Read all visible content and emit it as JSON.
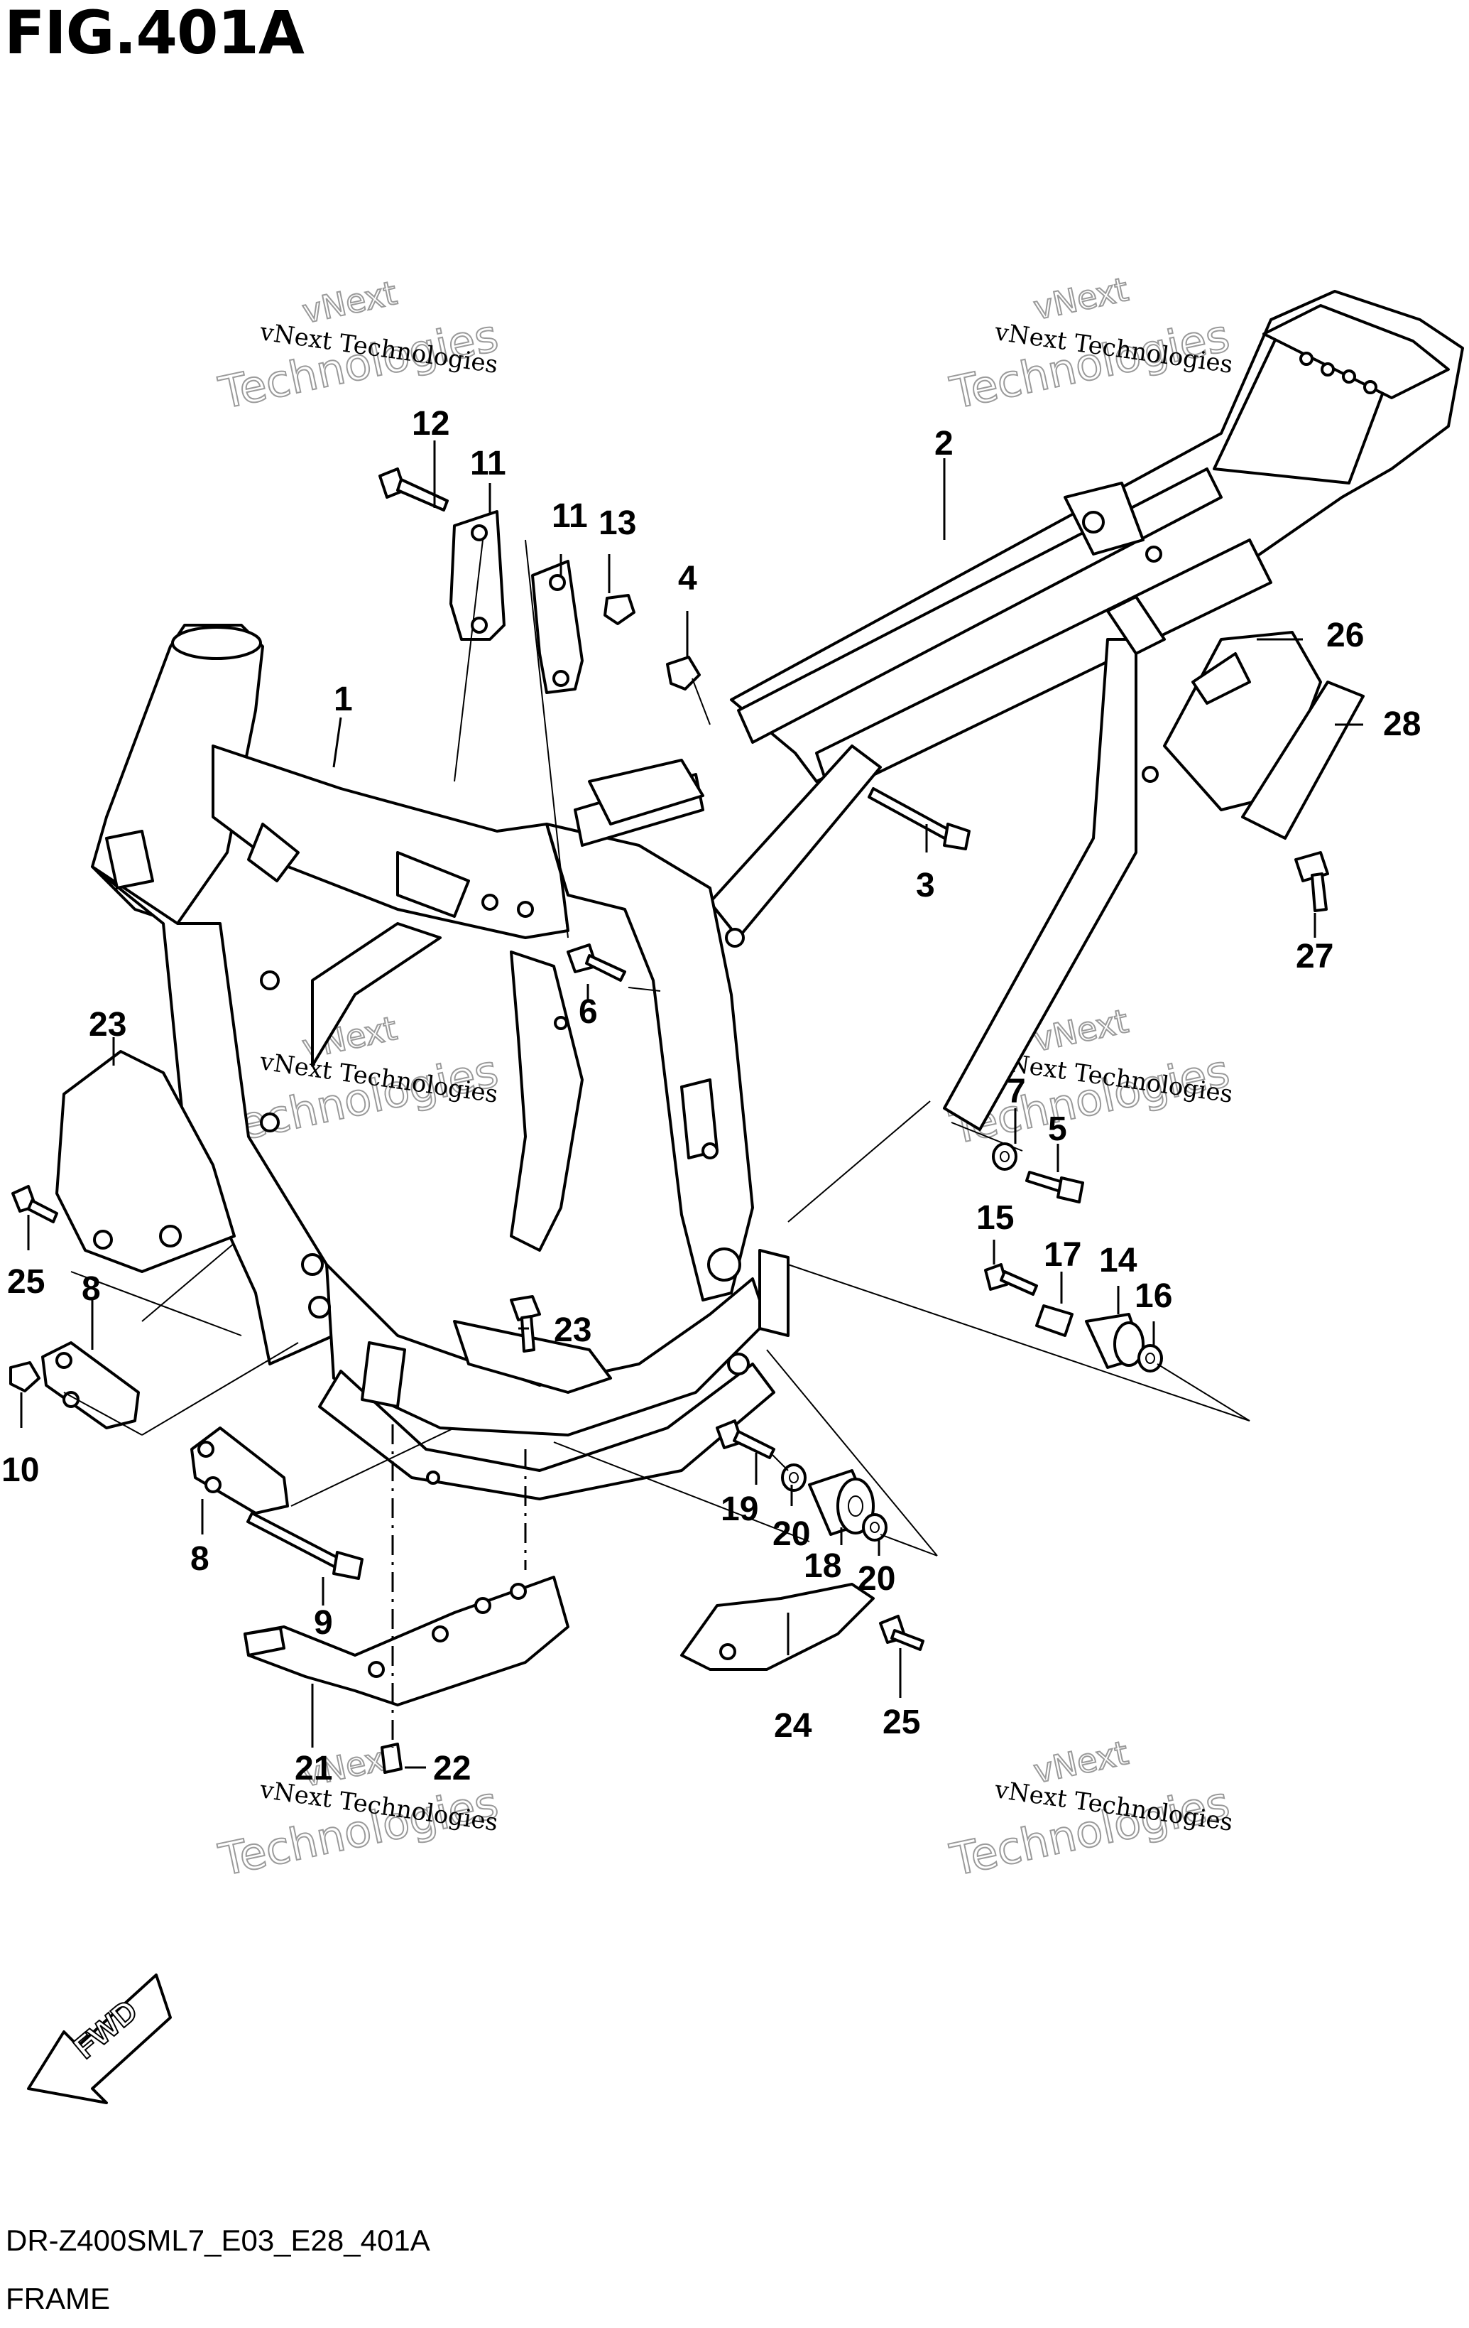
{
  "figure": {
    "title": "FIG.401A",
    "model_code": "DR-Z400SML7_E03_E28_401A",
    "caption": "FRAME"
  },
  "watermark": {
    "line": "vNext Technologies",
    "big": "Technologies",
    "small": "vNext"
  },
  "fwd_label": "FWD",
  "callouts": [
    {
      "id": "c1",
      "label": "1"
    },
    {
      "id": "c2",
      "label": "2"
    },
    {
      "id": "c3",
      "label": "3"
    },
    {
      "id": "c4",
      "label": "4"
    },
    {
      "id": "c5",
      "label": "5"
    },
    {
      "id": "c6",
      "label": "6"
    },
    {
      "id": "c7",
      "label": "7"
    },
    {
      "id": "c8a",
      "label": "8"
    },
    {
      "id": "c8b",
      "label": "8"
    },
    {
      "id": "c9",
      "label": "9"
    },
    {
      "id": "c10",
      "label": "10"
    },
    {
      "id": "c11a",
      "label": "11"
    },
    {
      "id": "c11b",
      "label": "11"
    },
    {
      "id": "c12",
      "label": "12"
    },
    {
      "id": "c13",
      "label": "13"
    },
    {
      "id": "c14",
      "label": "14"
    },
    {
      "id": "c15",
      "label": "15"
    },
    {
      "id": "c16",
      "label": "16"
    },
    {
      "id": "c17",
      "label": "17"
    },
    {
      "id": "c18",
      "label": "18"
    },
    {
      "id": "c19",
      "label": "19"
    },
    {
      "id": "c20a",
      "label": "20"
    },
    {
      "id": "c20b",
      "label": "20"
    },
    {
      "id": "c21",
      "label": "21"
    },
    {
      "id": "c22",
      "label": "22"
    },
    {
      "id": "c23a",
      "label": "23"
    },
    {
      "id": "c23b",
      "label": "23"
    },
    {
      "id": "c24",
      "label": "24"
    },
    {
      "id": "c25a",
      "label": "25"
    },
    {
      "id": "c25b",
      "label": "25"
    },
    {
      "id": "c26",
      "label": "26"
    },
    {
      "id": "c27",
      "label": "27"
    },
    {
      "id": "c28",
      "label": "28"
    }
  ]
}
